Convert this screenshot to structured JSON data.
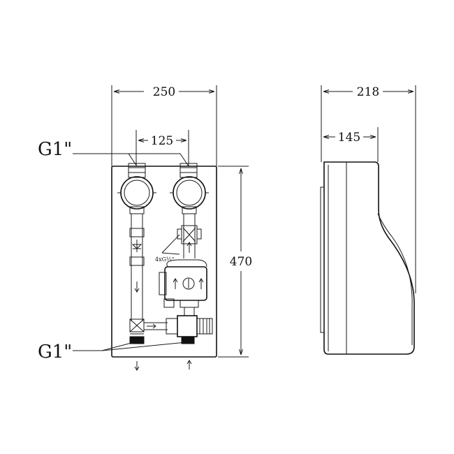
{
  "dimensions": {
    "front_width": "250",
    "connection_spacing": "125",
    "front_height": "470",
    "side_depth_total": "218",
    "side_depth_upper": "145"
  },
  "labels": {
    "top_connection": "G1\"",
    "bottom_connection": "G1\"",
    "fittings_note": "4xG½\""
  },
  "colors": {
    "line": "#1a1a1a",
    "background": "#ffffff",
    "panel_shade": "#f4f4f4"
  },
  "icons": [
    "flow-down-arrow",
    "flow-up-arrow",
    "check-valve-symbol",
    "pump-symbol"
  ]
}
